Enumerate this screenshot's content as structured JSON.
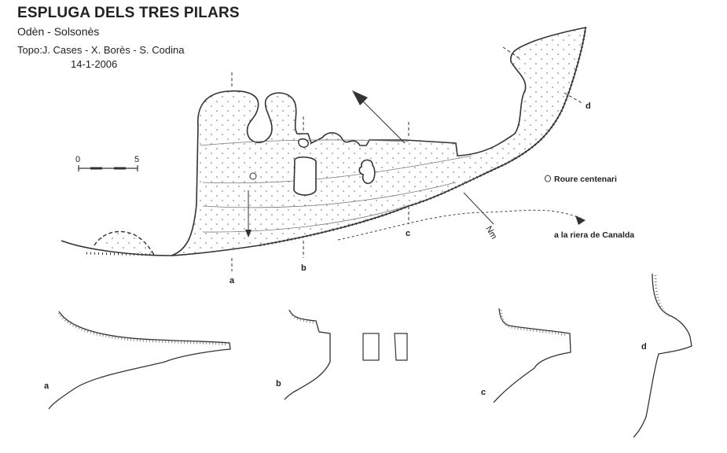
{
  "header": {
    "title": "ESPLUGA DELS TRES PILARS",
    "location": "Odèn - Solsonès",
    "topo": "Topo:J. Cases - X. Borès - S. Codina",
    "date": "14-1-2006"
  },
  "scale": {
    "zero": "0",
    "five": "5"
  },
  "labels": {
    "roure": "Roure centenari",
    "riera": "a la riera de Canalda",
    "north": "Nm"
  },
  "section_marks": [
    "a",
    "b",
    "c",
    "d"
  ]
}
